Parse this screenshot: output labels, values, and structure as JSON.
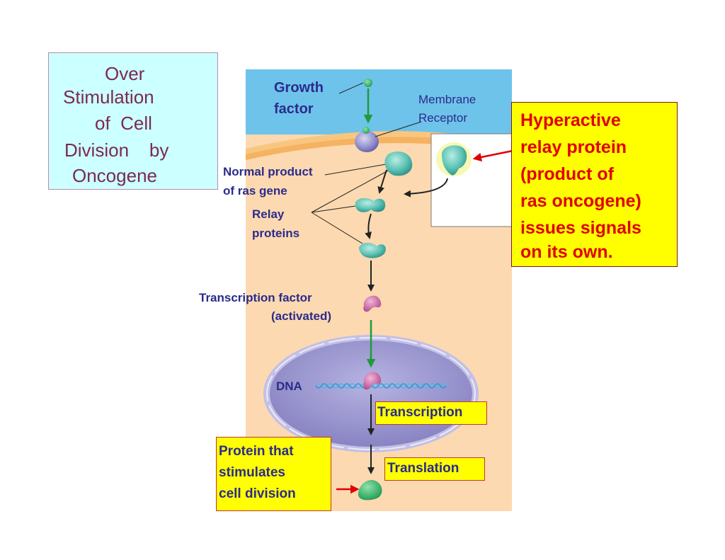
{
  "title": {
    "lines": [
      "Over",
      "Stimulation",
      "of  Cell",
      "Division    by",
      "Oncogene"
    ]
  },
  "labels": {
    "growth_factor": [
      "Growth",
      "factor"
    ],
    "membrane_receptor": [
      "Membrane",
      "Receptor"
    ],
    "normal_product": [
      "Normal product",
      "of ras gene"
    ],
    "relay_proteins": [
      "Relay",
      "proteins"
    ],
    "transcription_factor": [
      "Transcription factor",
      "(activated)"
    ],
    "dna": "DNA"
  },
  "steps": {
    "transcription": "Transcription",
    "translation": "Translation"
  },
  "protein_box": [
    "Protein that",
    "stimulates",
    "cell division"
  ],
  "hyperactive_box": [
    "Hyperactive",
    "relay protein",
    "(product of",
    "ras oncogene)",
    "issues signals",
    "on its own."
  ],
  "colors": {
    "title_bg": "#ccffff",
    "title_text": "#7a2a52",
    "label_text": "#2b2b8c",
    "highlight_bg": "#ffff00",
    "alert_text": "#e00000",
    "extracellular": "#6ec3ea",
    "cytoplasm": "#fcd9b0",
    "membrane": "#f5b260",
    "nucleus": "#8a86c4",
    "protein_teal": "#5cc2b4",
    "transcription_factor": "#c0589a"
  }
}
